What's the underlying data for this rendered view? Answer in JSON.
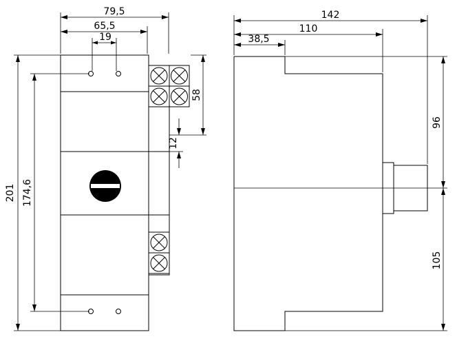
{
  "front_view": {
    "dim_overall_width": "79,5",
    "dim_mount_width": "65,5",
    "dim_hole_spacing": "19",
    "dim_terminal_height": "58",
    "dim_terminal_gap": "12",
    "dim_overall_height": "201",
    "dim_mount_height": "174,6"
  },
  "side_view": {
    "dim_overall_depth": "142",
    "dim_body_depth": "110",
    "dim_step_depth": "38,5",
    "dim_upper_height": "96",
    "dim_lower_height": "105"
  }
}
